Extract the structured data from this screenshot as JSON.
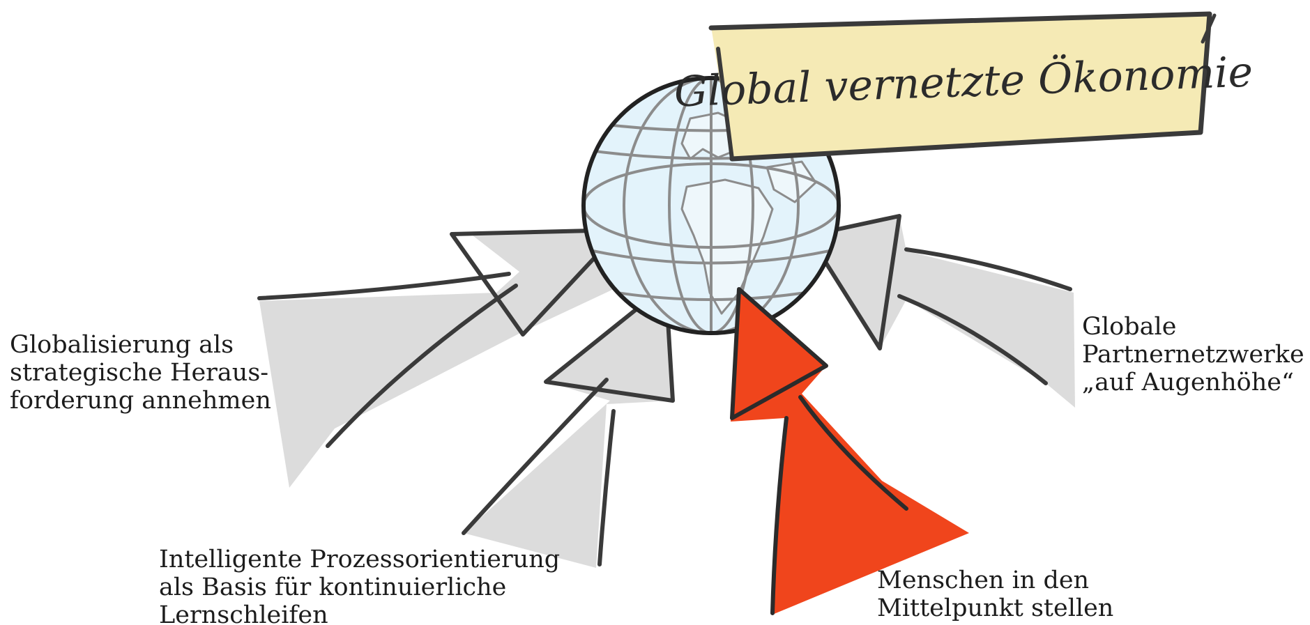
{
  "banner": {
    "title": "Global vernetzte Ökonomie"
  },
  "labels": {
    "left": "Globalisierung als\nstrategische Heraus-\nforderung annehmen",
    "bottom_left": "Intelligente Prozessorientierung\nals Basis für kontinuierliche\nLernschleifen",
    "bottom_right": "Menschen in den\nMittelpunkt stellen",
    "right": "Globale\nPartnernetzwerke\n„auf Augenhöhe“"
  },
  "colors": {
    "banner_fill": "#f5eab5",
    "globe_water": "#e3f3fb",
    "globe_outline": "#222222",
    "grid_lines": "#8c8c8c",
    "arrow_gray": "#dcdcdc",
    "arrow_red": "#f0451c",
    "stroke_dark": "#3a3a3a"
  },
  "icons": {
    "center": "globe-icon"
  }
}
